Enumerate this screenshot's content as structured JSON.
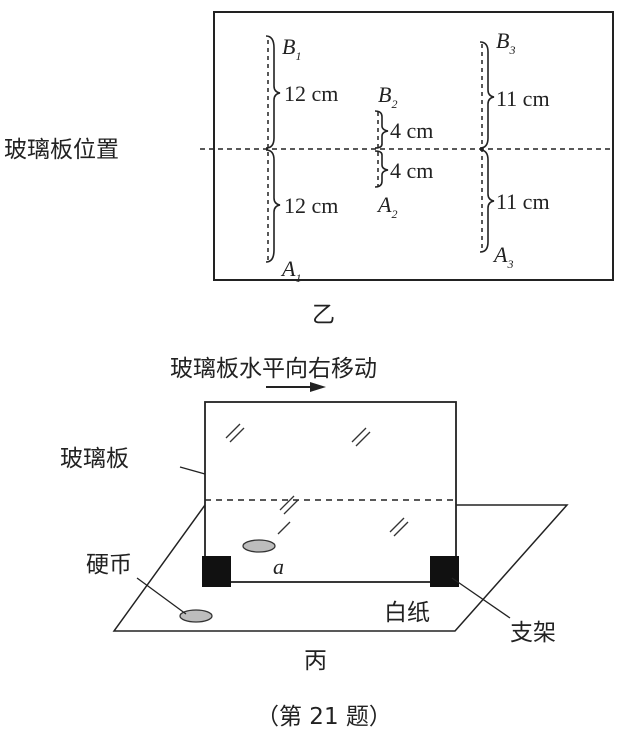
{
  "figure_yi": {
    "glass_position_label": "玻璃板位置",
    "caption": "乙",
    "points": {
      "B1": {
        "letter": "B",
        "sub": "1"
      },
      "B2": {
        "letter": "B",
        "sub": "2"
      },
      "B3": {
        "letter": "B",
        "sub": "3"
      },
      "A1": {
        "letter": "A",
        "sub": "1"
      },
      "A2": {
        "letter": "A",
        "sub": "2"
      },
      "A3": {
        "letter": "A",
        "sub": "3"
      }
    },
    "distances": {
      "b1": "12 cm",
      "a1": "12  cm",
      "b2": "4 cm",
      "a2": "4 cm",
      "b3": "11 cm",
      "a3": "11 cm"
    }
  },
  "figure_bing": {
    "move_label": "玻璃板水平向右移动",
    "glass_label": "玻璃板",
    "coin_label": "硬币",
    "image_label": "a",
    "paper_label": "白纸",
    "stand_label": "支架",
    "caption": "丙"
  },
  "question_label": "（第 21 题）"
}
